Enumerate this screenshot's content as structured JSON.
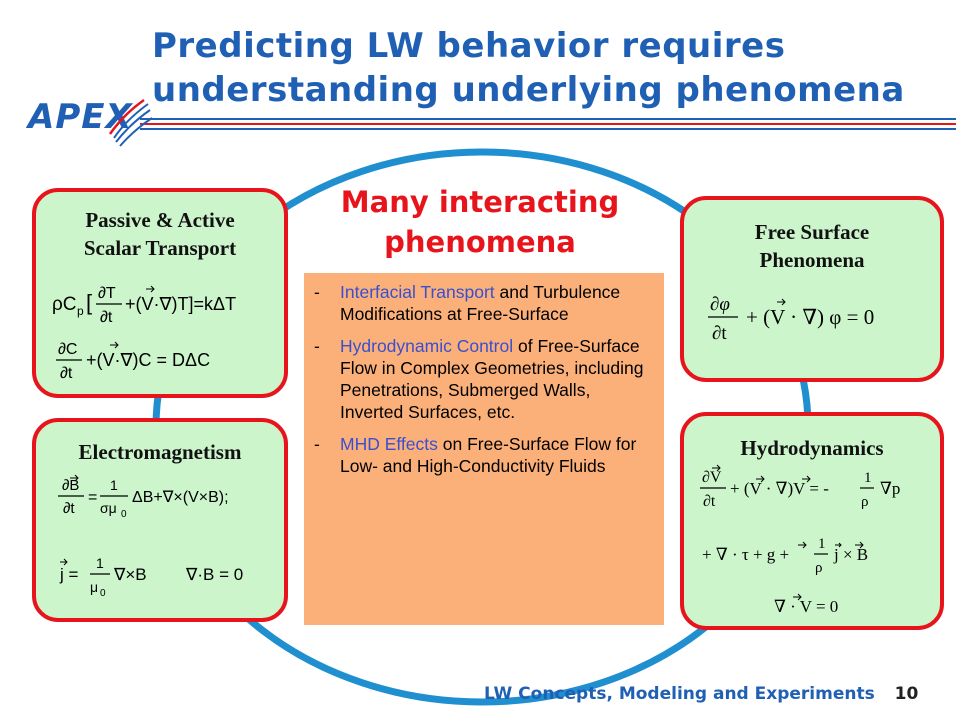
{
  "title": {
    "line1": "Predicting LW behavior requires",
    "line2": "understanding underlying phenomena"
  },
  "logo": {
    "text": "APEX"
  },
  "heading": {
    "line1": "Many interacting",
    "line2": "phenomena"
  },
  "center": {
    "bullets": [
      {
        "dash": "-",
        "highlight": "Interfacial Transport",
        "rest": " and Turbulence Modifications at Free-Surface"
      },
      {
        "dash": "-",
        "highlight": "Hydrodynamic Control",
        "rest": " of Free-Surface Flow in Complex Geometries, including Penetrations, Submerged Walls, Inverted Surfaces, etc."
      },
      {
        "dash": "-",
        "highlight": "MHD Effects",
        "rest": " on Free-Surface Flow for Low- and High-Conductivity Fluids"
      }
    ]
  },
  "panels": {
    "scalar": {
      "title_line1": "Passive & Active",
      "title_line2": "Scalar Transport"
    },
    "em": {
      "title": "Electromagnetism"
    },
    "free_surface": {
      "title_line1": "Free Surface",
      "title_line2": "Phenomena"
    },
    "hydro": {
      "title": "Hydrodynamics"
    }
  },
  "footer": {
    "text": "LW Concepts, Modeling and Experiments",
    "page": "10"
  },
  "colors": {
    "title_blue": "#2060b4",
    "accent_red": "#e8141c",
    "panel_green": "#ccf5cc",
    "box_orange": "#fbb07a",
    "circle_blue": "#1f8fd0",
    "highlight_blue": "#3a4fcf"
  }
}
